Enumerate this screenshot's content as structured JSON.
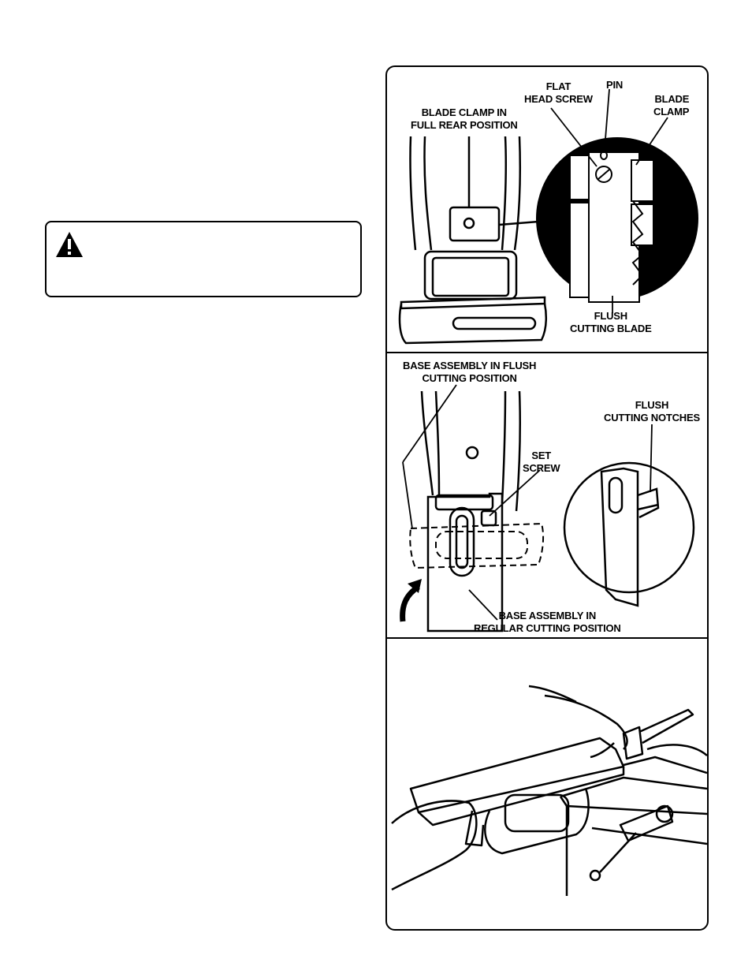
{
  "figure": {
    "panel1": {
      "labels": {
        "blade_clamp_rear": [
          "BLADE CLAMP IN",
          "FULL REAR POSITION"
        ],
        "flat_head_screw": [
          "FLAT",
          "HEAD SCREW"
        ],
        "pin": "PIN",
        "blade_clamp": [
          "BLADE",
          "CLAMP"
        ],
        "flush_cutting_blade": [
          "FLUSH",
          "CUTTING BLADE"
        ]
      }
    },
    "panel2": {
      "labels": {
        "base_flush": [
          "BASE ASSEMBLY IN FLUSH",
          "CUTTING POSITION"
        ],
        "flush_notches": [
          "FLUSH",
          "CUTTING NOTCHES"
        ],
        "set_screw": [
          "SET",
          "SCREW"
        ],
        "base_regular": [
          "BASE ASSEMBLY IN",
          "REGULAR CUTTING POSITION"
        ]
      }
    }
  },
  "icons": {
    "warning": "warning-triangle-icon"
  }
}
